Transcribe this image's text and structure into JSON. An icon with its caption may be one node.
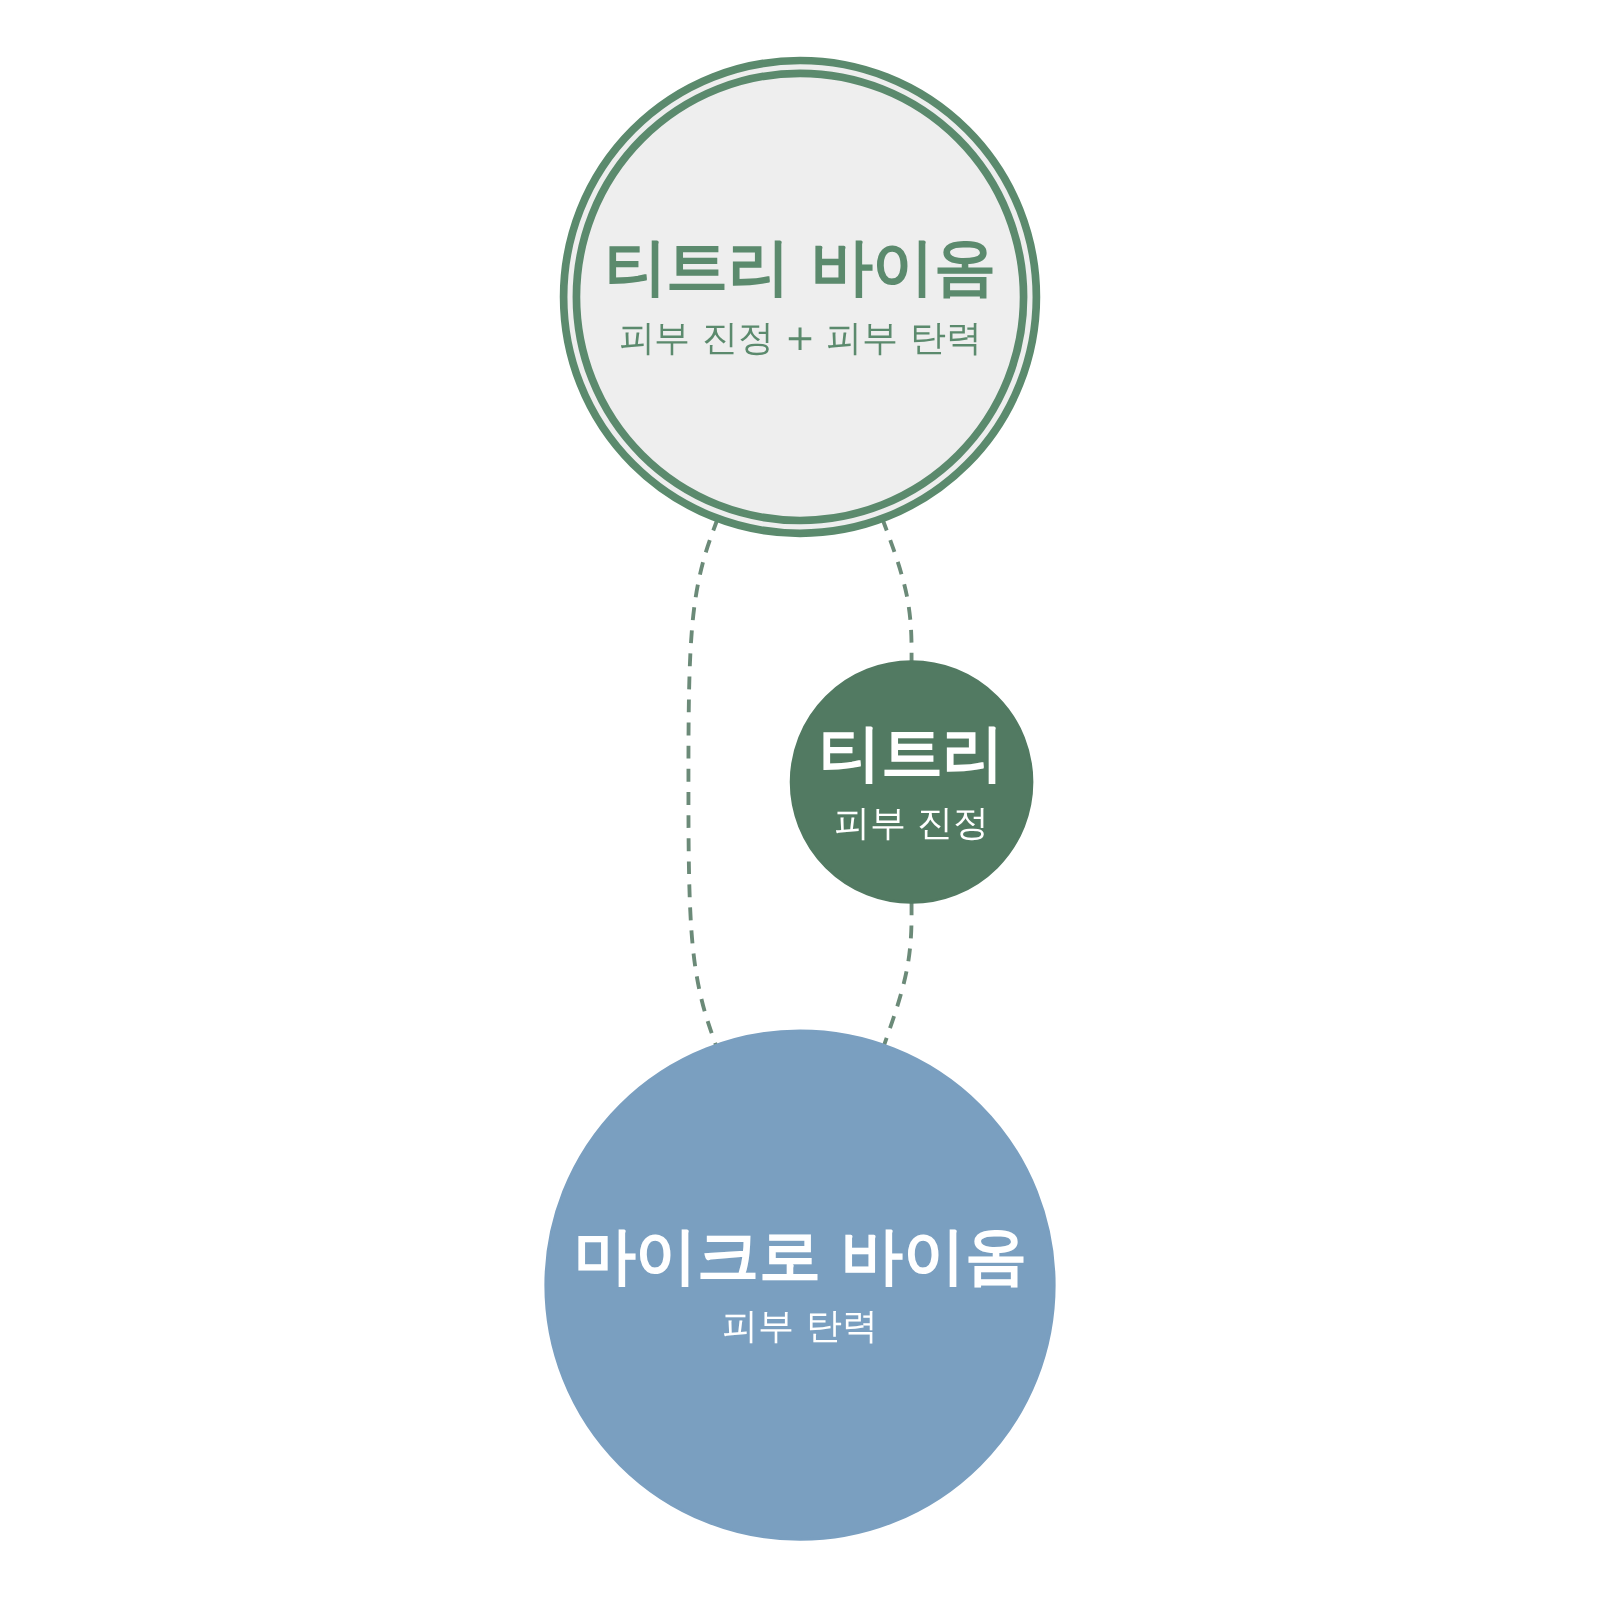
{
  "diagram": {
    "nodes": [
      {
        "text": [
          "티트리 바이옴",
          "피부 진정 + 피부 탄력"
        ]
      },
      {
        "text": [
          "티트리",
          "피부 진정"
        ]
      },
      {
        "text": [
          "마이크로 바이옴",
          "피부 탄력"
        ]
      }
    ],
    "edges": [
      {
        "from": 0,
        "to": 1,
        "arrow": "none",
        "style": "dashed"
      },
      {
        "from": 0,
        "to": 2,
        "arrow": "none",
        "style": "dashed"
      },
      {
        "from": 1,
        "to": 2,
        "arrow": "none",
        "style": "dashed"
      }
    ]
  }
}
